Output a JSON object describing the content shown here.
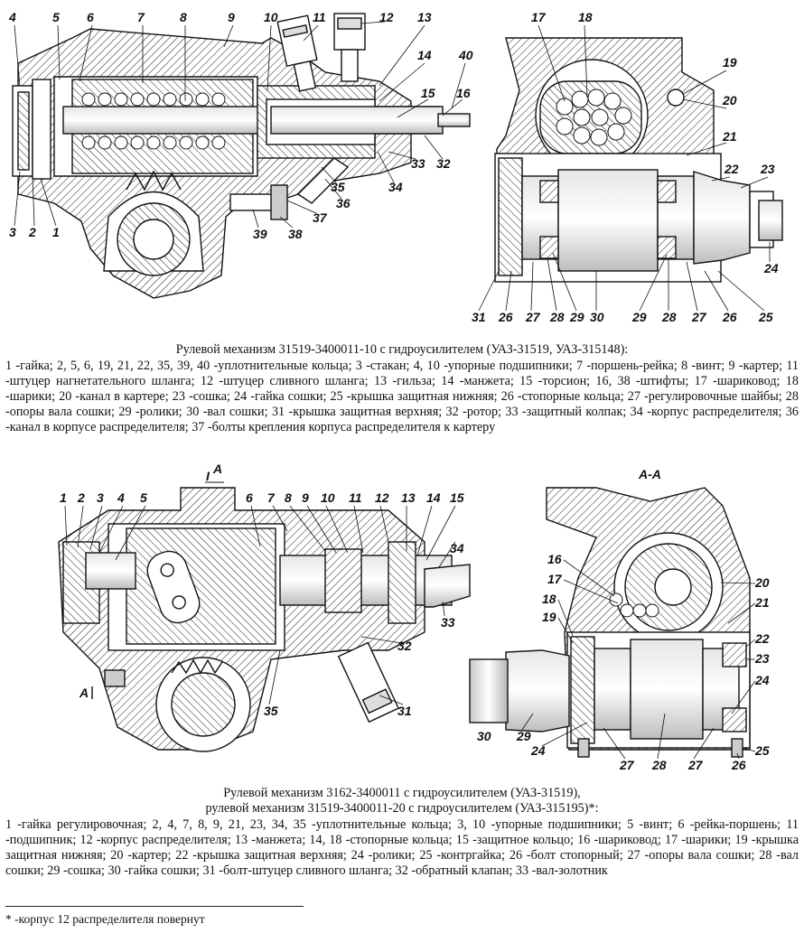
{
  "figure1": {
    "callouts": {
      "n4": "4",
      "n5": "5",
      "n6": "6",
      "n7": "7",
      "n8": "8",
      "n9": "9",
      "n10": "10",
      "n11": "11",
      "n12": "12",
      "n13": "13",
      "n14": "14",
      "n40": "40",
      "n15": "15",
      "n16": "16",
      "n3": "3",
      "n2": "2",
      "n1": "1",
      "n33": "33",
      "n32": "32",
      "n35": "35",
      "n34": "34",
      "n36": "36",
      "n37": "37",
      "n39": "39",
      "n38": "38",
      "n17": "17",
      "n18": "18",
      "n19": "19",
      "n20": "20",
      "n21": "21",
      "n22": "22",
      "n23": "23",
      "n24": "24",
      "n31": "31",
      "n26a": "26",
      "n27a": "27",
      "n28a": "28",
      "n29a": "29",
      "n30": "30",
      "n29b": "29",
      "n28b": "28",
      "n27b": "27",
      "n26b": "26",
      "n25": "25"
    },
    "title": "Рулевой механизм 31519-3400011-10 с гидроусилителем (УАЗ-31519, УАЗ-315148):",
    "legend": "1 -гайка; 2, 5, 6, 19, 21, 22, 35, 39, 40 -уплотнительные кольца; 3 -стакан; 4, 10 -упорные подшипники; 7 -поршень-рейка; 8 -винт; 9 -картер; 11 -штуцер нагнетательного шланга; 12 -штуцер сливного шланга; 13 -гильза; 14 -манжета; 15 -торсион; 16, 38 -штифты; 17 -шариковод; 18 -шарики; 20 -канал в картере; 23 -сошка; 24 -гайка сошки; 25 -крышка защитная нижняя; 26 -стопорные кольца; 27 -регулировочные шайбы; 28 -опоры вала сошки; 29 -ролики; 30 -вал сошки; 31 -крышка защитная верхняя; 32 -ротор; 33 -защитный колпак; 34 -корпус распределителя; 36 -канал в корпусе распределителя; 37 -болты крепления корпуса распределителя к картеру"
  },
  "figure2": {
    "callouts": {
      "n1": "1",
      "n2": "2",
      "n3": "3",
      "n4": "4",
      "n5": "5",
      "n6": "6",
      "n7": "7",
      "n8": "8",
      "n9": "9",
      "n10": "10",
      "n11": "11",
      "n12": "12",
      "n13": "13",
      "n14": "14",
      "n15": "15",
      "n34": "34",
      "n33": "33",
      "n32": "32",
      "n31": "31",
      "n35": "35",
      "sec_top": "I",
      "sec_top_letter": "A",
      "sec_bot": "A",
      "aa": "А-А",
      "n16": "16",
      "n17": "17",
      "n20": "20",
      "n21": "21",
      "n18": "18",
      "n19": "19",
      "n22": "22",
      "n23": "23",
      "n24a": "24",
      "n24b": "24",
      "n25": "25",
      "n26": "26",
      "n27a": "27",
      "n27b": "27",
      "n28": "28",
      "n29": "29",
      "n30": "30"
    },
    "title1": "Рулевой механизм 3162-3400011 с гидроусилителем (УАЗ-31519),",
    "title2": "рулевой механизм 31519-3400011-20 с гидроусилителем (УАЗ-315195)*:",
    "legend": "1 -гайка регулировочная; 2, 4, 7, 8, 9, 21, 23, 34, 35 -уплотнительные кольца; 3, 10 -упорные подшипники; 5 -винт; 6 -рейка-поршень; 11 -подшипник; 12 -корпус распределителя; 13 -манжета; 14, 18 -стопорные кольца; 15 -защитное кольцо; 16 -шариковод; 17 -шарики; 19 -крышка защитная нижняя; 20 -картер; 22 -крышка защитная верхняя; 24 -ролики; 25 -контргайка; 26 -болт стопорный; 27 -опоры вала сошки; 28 -вал сошки; 29 -сошка; 30 -гайка сошки; 31 -болт-штуцер сливного шланга; 32 -обратный клапан; 33 -вал-золотник"
  },
  "footnote": "* -корпус 12 распределителя повернут"
}
